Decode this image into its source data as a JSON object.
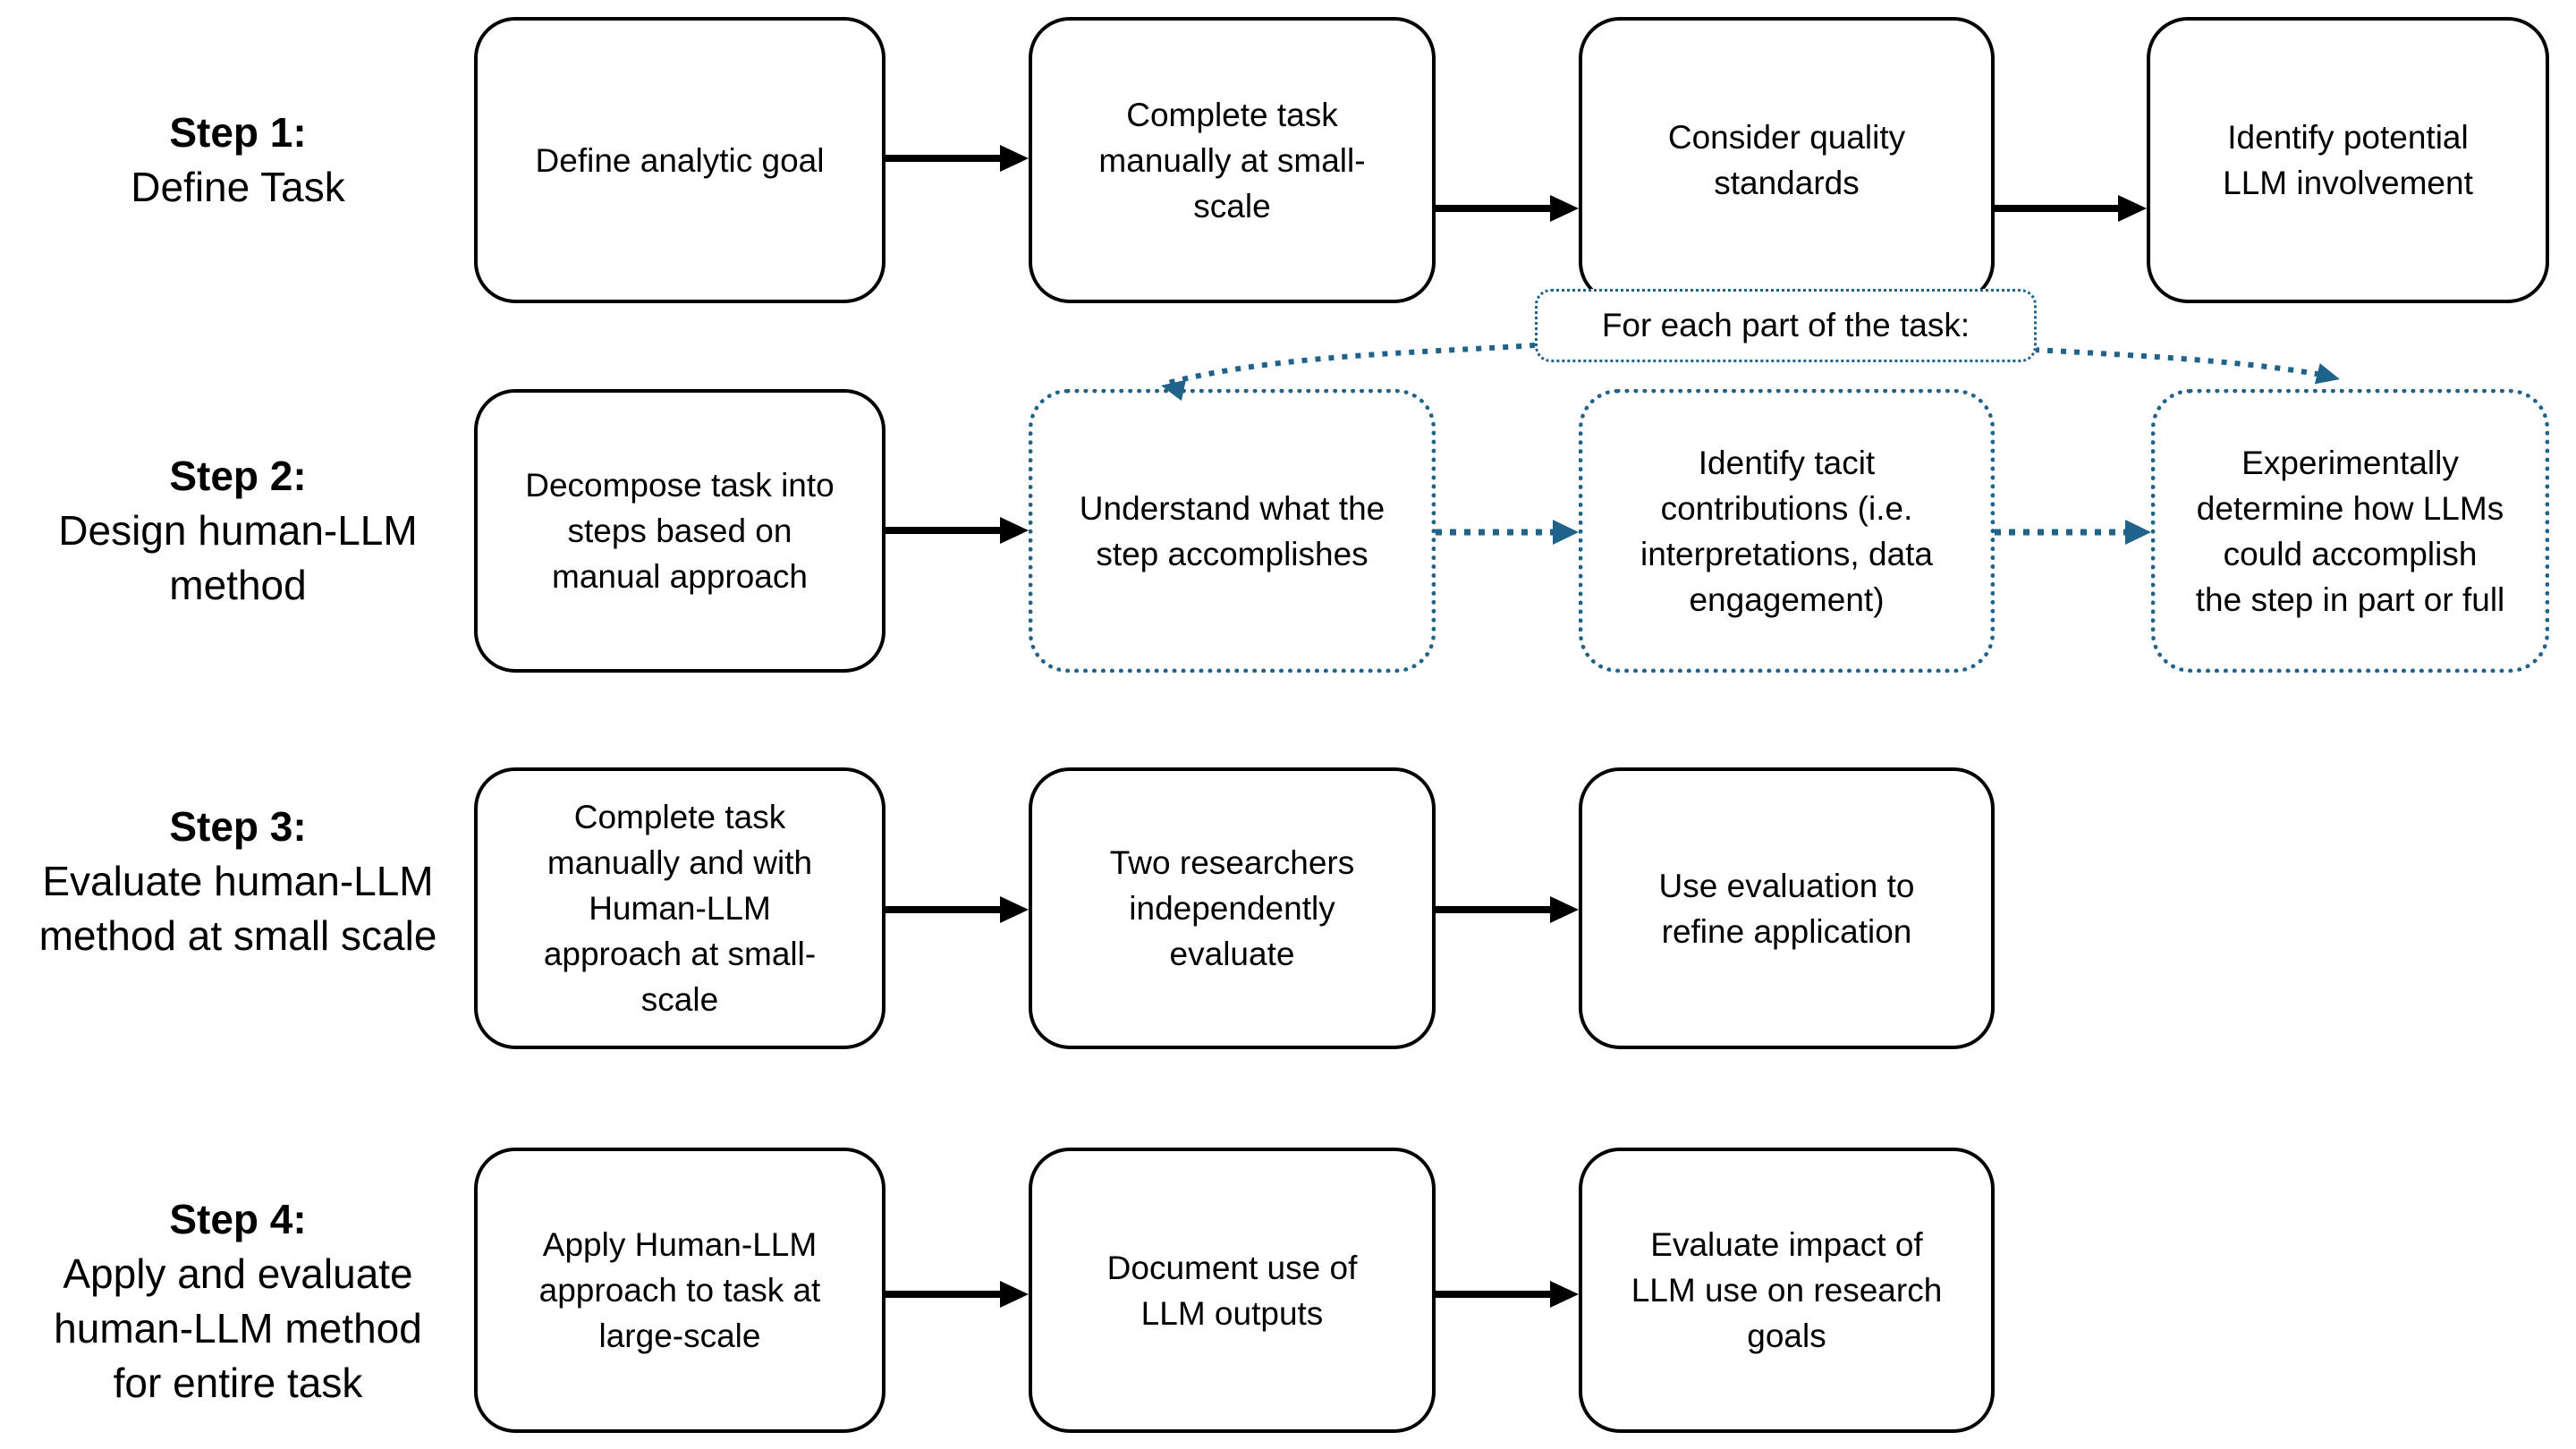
{
  "colors": {
    "ink": "#000000",
    "teal": "#20638A",
    "background": "#ffffff"
  },
  "steps": [
    {
      "title": "Step 1:",
      "subtitle": "Define Task"
    },
    {
      "title": "Step 2:",
      "subtitle": "Design human-LLM\nmethod"
    },
    {
      "title": "Step 3:",
      "subtitle": "Evaluate human-LLM\nmethod at small scale"
    },
    {
      "title": "Step 4:",
      "subtitle": "Apply and evaluate\nhuman-LLM method\nfor entire task"
    }
  ],
  "loop_label": "For each part of the task:",
  "boxes": {
    "r1b1": "Define analytic goal",
    "r1b2": "Complete task\nmanually at small-\nscale",
    "r1b3": "Consider quality\nstandards",
    "r1b4": "Identify potential\nLLM involvement",
    "r2b1": "Decompose task into\nsteps based on\nmanual approach",
    "r2b2": "Understand what the\nstep accomplishes",
    "r2b3": "Identify tacit\ncontributions (i.e.\ninterpretations, data\nengagement)",
    "r2b4": "Experimentally\ndetermine how LLMs\ncould accomplish\nthe step in part or full",
    "r3b1": "Complete task\nmanually and with\nHuman-LLM\napproach at small-\nscale",
    "r3b2": "Two researchers\nindependently\nevaluate",
    "r3b3": "Use evaluation to\nrefine application",
    "r4b1": "Apply Human-LLM\napproach to task at\nlarge-scale",
    "r4b2": "Document use of\nLLM outputs",
    "r4b3": "Evaluate impact of\nLLM use on research\ngoals"
  }
}
